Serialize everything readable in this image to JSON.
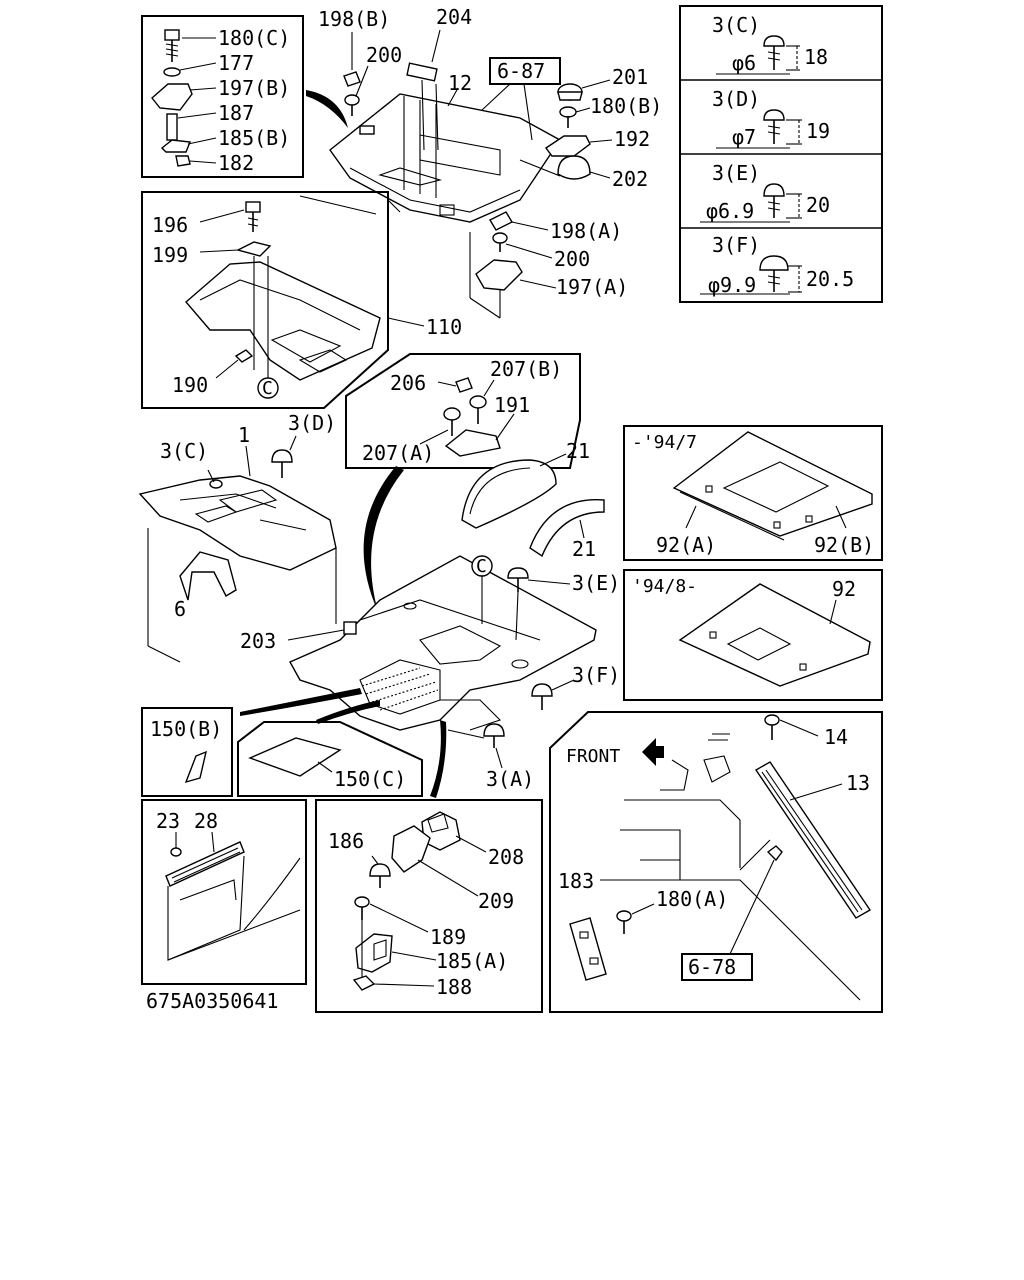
{
  "diagram_id": "675A0350641",
  "specs": [
    {
      "name": "3(C)",
      "dia": "φ6",
      "len": "18"
    },
    {
      "name": "3(D)",
      "dia": "φ7",
      "len": "19"
    },
    {
      "name": "3(E)",
      "dia": "φ6.9",
      "len": "20"
    },
    {
      "name": "3(F)",
      "dia": "φ9.9",
      "len": "20.5"
    }
  ],
  "labels": {
    "p180c": "180(C)",
    "p177": "177",
    "p197b": "197(B)",
    "p187": "187",
    "p185b": "185(B)",
    "p182": "182",
    "p198b": "198(B)",
    "p200a": "200",
    "p204": "204",
    "p12": "12",
    "ref687": "6-87",
    "p201": "201",
    "p180b": "180(B)",
    "p192": "192",
    "p202": "202",
    "p198a": "198(A)",
    "p200b": "200",
    "p197a": "197(A)",
    "p196": "196",
    "p199": "199",
    "p110": "110",
    "p190": "190",
    "circC1": "C",
    "p206": "206",
    "p207b": "207(B)",
    "p191": "191",
    "p207a": "207(A)",
    "p3c": "3(C)",
    "p1": "1",
    "p3d": "3(D)",
    "p6": "6",
    "p21a": "21",
    "p21b": "21",
    "date1": "-'94/7",
    "p92a": "92(A)",
    "p92b": "92(B)",
    "date2": "'94/8-",
    "p92": "92",
    "circC2": "C",
    "p3e": "3(E)",
    "p203": "203",
    "p3f": "3(F)",
    "p3a": "3(A)",
    "p150b": "150(B)",
    "p150c": "150(C)",
    "front": "FRONT",
    "p14": "14",
    "p13": "13",
    "p183": "183",
    "p180a": "180(A)",
    "ref678": "6-78",
    "p23": "23",
    "p28": "28",
    "p186": "186",
    "p208": "208",
    "p209": "209",
    "p189": "189",
    "p185a": "185(A)",
    "p188": "188"
  }
}
